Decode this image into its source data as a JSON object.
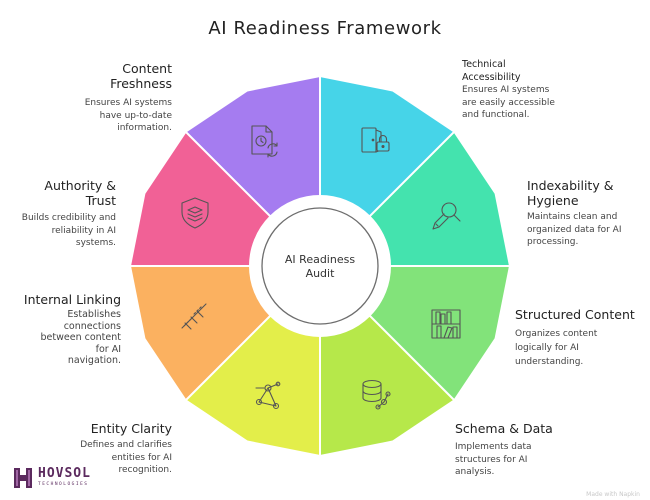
{
  "title": "AI Readiness Framework",
  "center": {
    "line1": "AI Readiness",
    "line2": "Audit"
  },
  "segments": [
    {
      "heading_lines": [
        "Technical",
        "Accessibility"
      ],
      "description_lines": [
        "Ensures AI systems",
        "are easily accessible",
        "and functional."
      ],
      "color": "#46D4E8",
      "icon": "door-lock-icon"
    },
    {
      "heading_lines": [
        "Indexability &",
        "Hygiene"
      ],
      "description_lines": [
        "Maintains clean and",
        "organized data for AI",
        "processing."
      ],
      "color": "#44E3AE",
      "icon": "magnifier-brush-icon"
    },
    {
      "heading_lines": [
        "Structured Content"
      ],
      "description_lines": [
        "Organizes content",
        "logically for AI",
        "understanding."
      ],
      "color": "#82E37A",
      "icon": "bookshelf-icon"
    },
    {
      "heading_lines": [
        "Schema & Data"
      ],
      "description_lines": [
        "Implements data",
        "structures for AI",
        "analysis."
      ],
      "color": "#B6E84A",
      "icon": "database-network-icon"
    },
    {
      "heading_lines": [
        "Entity Clarity"
      ],
      "description_lines": [
        "Defines and clarifies",
        "entities for AI",
        "recognition."
      ],
      "color": "#E3EE4A",
      "icon": "node-graph-icon"
    },
    {
      "heading_lines": [
        "Internal Linking"
      ],
      "description_lines": [
        "Establishes",
        "connections",
        "between content",
        "for AI",
        "navigation."
      ],
      "color": "#FBB160",
      "icon": "chain-link-icon"
    },
    {
      "heading_lines": [
        "Authority &",
        "Trust"
      ],
      "description_lines": [
        "Builds credibility and",
        "reliability in AI",
        "systems."
      ],
      "color": "#F16196",
      "icon": "shield-icon"
    },
    {
      "heading_lines": [
        "Content",
        "Freshness"
      ],
      "description_lines": [
        "Ensures AI systems",
        "have up-to-date",
        "information."
      ],
      "color": "#A57CF0",
      "icon": "document-refresh-icon"
    }
  ],
  "logo": {
    "text": "HOVSOL",
    "subtext": "TECHNOLOGIES",
    "color": "#5B2A5E"
  },
  "watermark": "Made with Napkin"
}
